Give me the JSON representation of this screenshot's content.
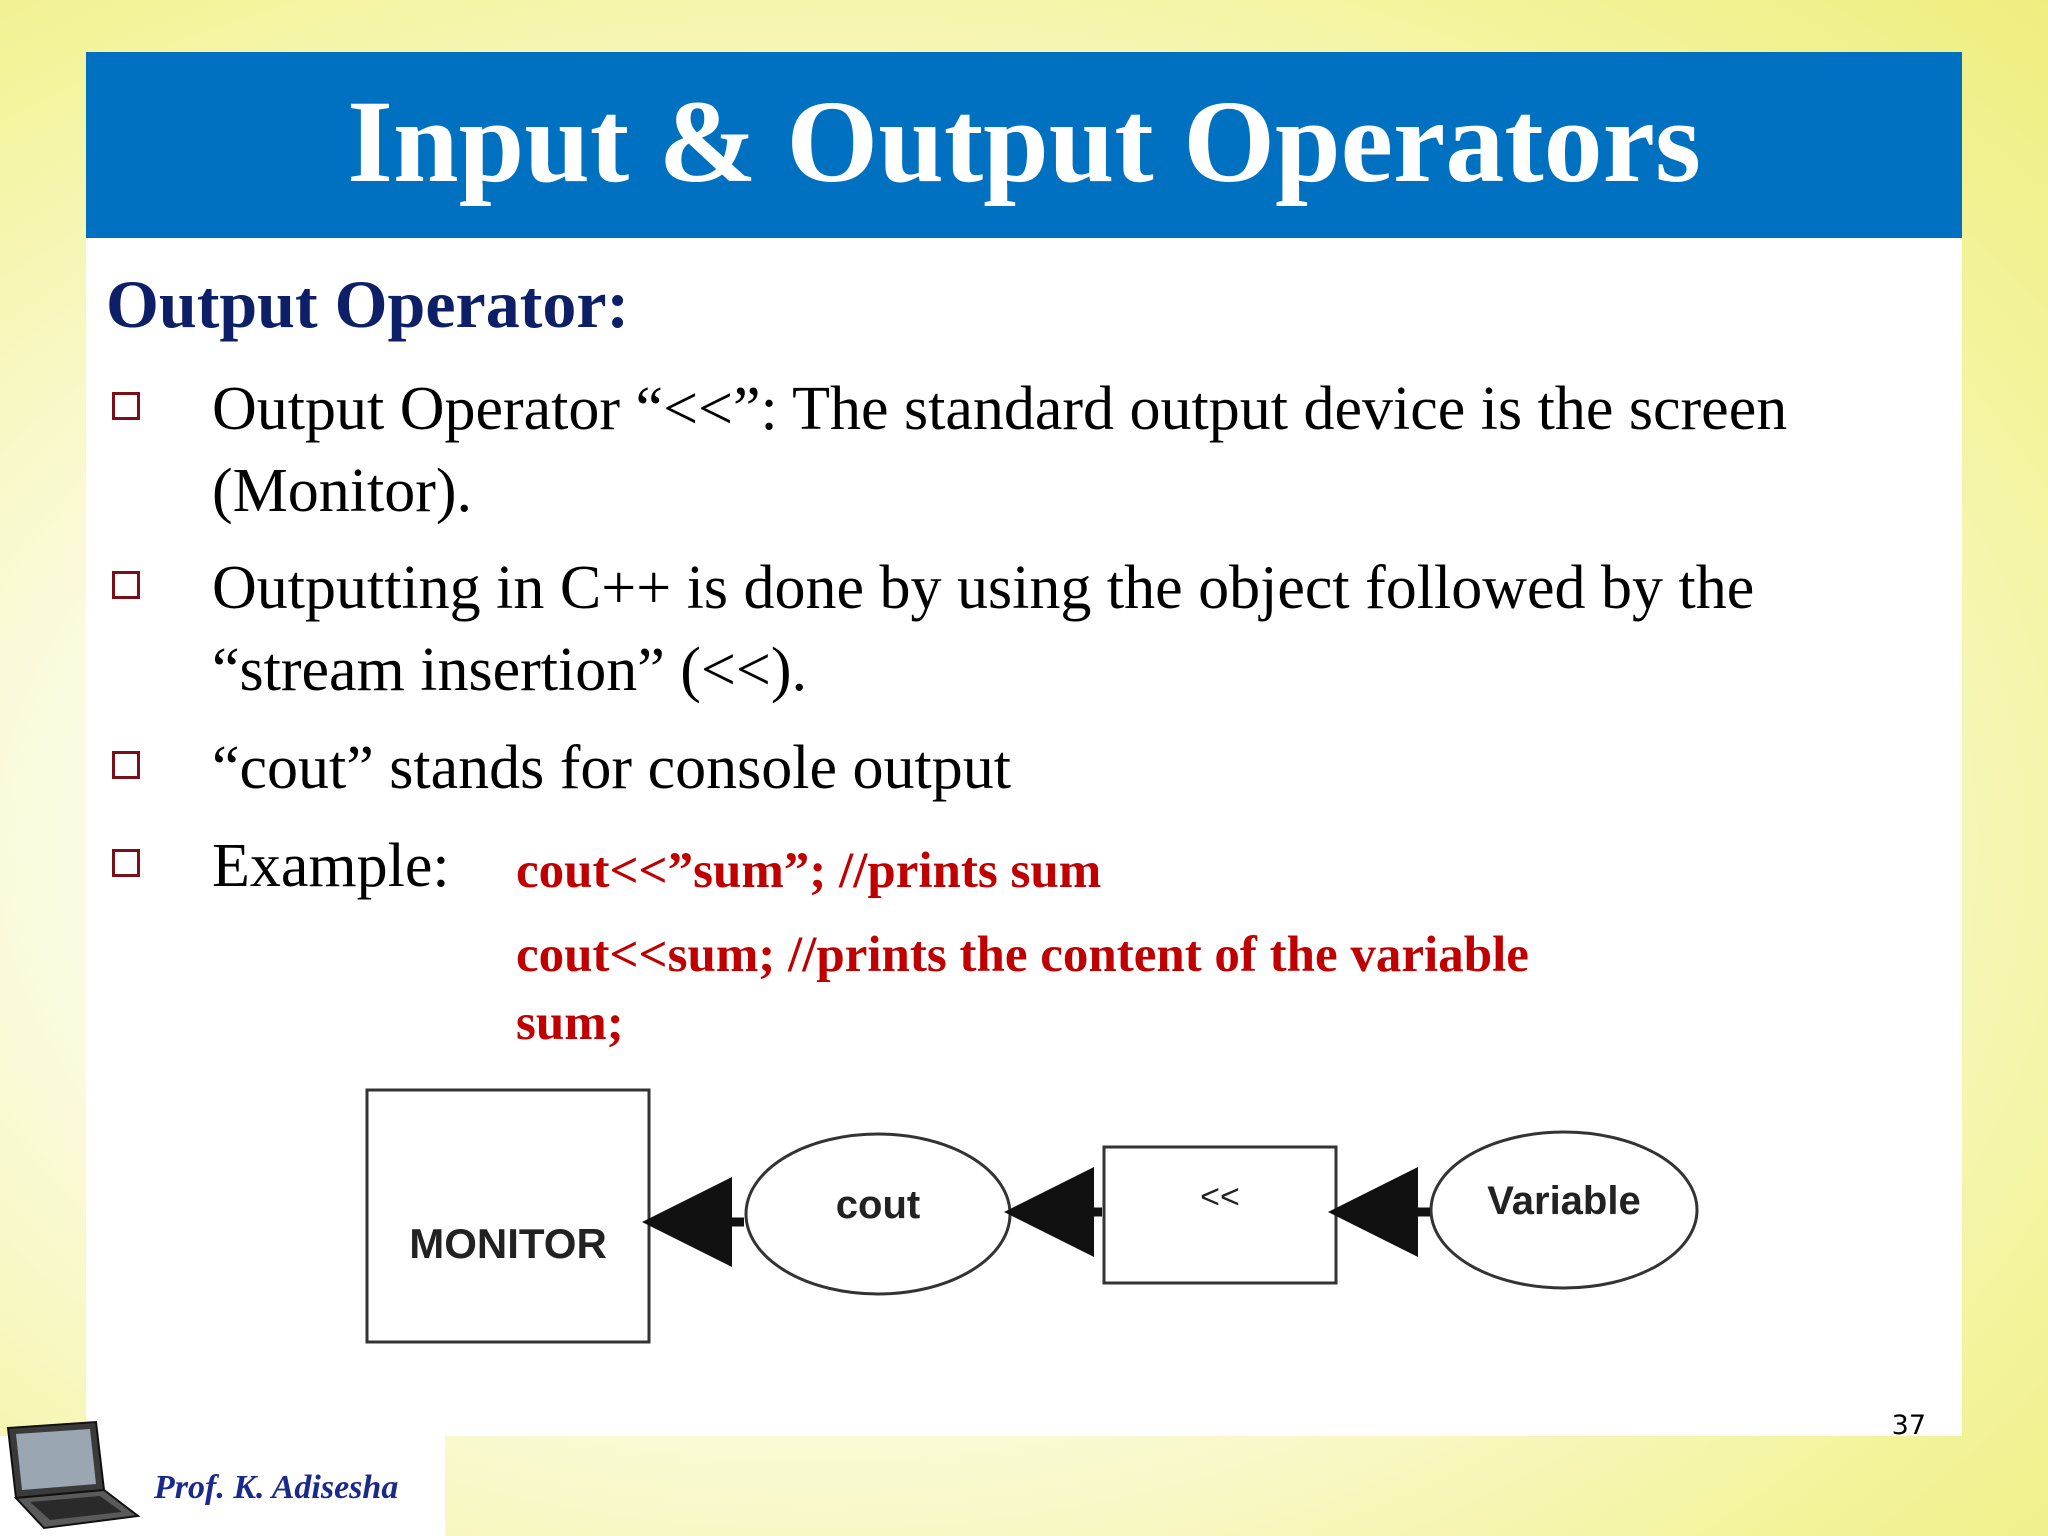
{
  "slide": {
    "title": "Input & Output Operators",
    "heading": "Output Operator:",
    "bullets": [
      "Output Operator “<<”: The standard output device is the screen (Monitor).",
      "Outputting in C++ is done by using the object followed by the “stream insertion” (<<).",
      "“cout” stands for console output",
      "Example:"
    ],
    "example_code": [
      "cout<<”sum”; //prints sum",
      "cout<<sum; //prints the content of the variable",
      "sum;"
    ],
    "diagram": {
      "monitor_label": "MONITOR",
      "cout_label": "cout",
      "operator_label": "<<",
      "variable_label": "Variable"
    },
    "page_number": "37",
    "footer": {
      "author": "Prof. K. Adisesha",
      "logo_icon": "laptop-icon"
    }
  },
  "colors": {
    "title_bar": "#0070c0",
    "title_text": "#ffffff",
    "heading": "#0d1f66",
    "code": "#c00000",
    "bullet_marker": "#7a0f1a",
    "background": "#f3f39a"
  }
}
